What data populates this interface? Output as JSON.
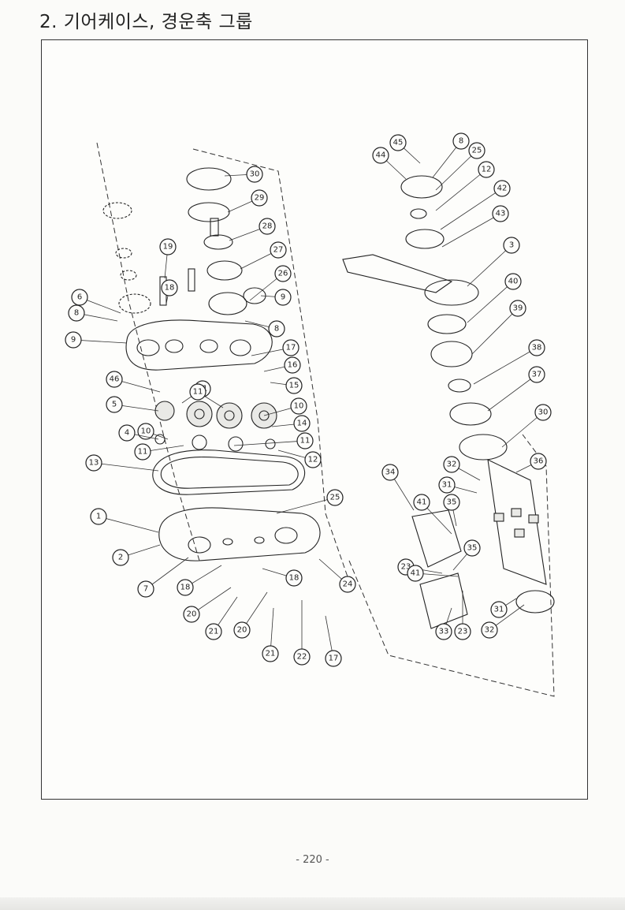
{
  "page": {
    "title": "2. 기어케이스, 경운축 그룹",
    "page_number": "- 220 -"
  },
  "callouts": [
    "30",
    "29",
    "28",
    "27",
    "26",
    "9",
    "8",
    "19",
    "18",
    "6",
    "8",
    "9",
    "17",
    "16",
    "15",
    "11",
    "11",
    "46",
    "5",
    "10",
    "10",
    "14",
    "4",
    "11",
    "11",
    "12",
    "13",
    "25",
    "1",
    "2",
    "7",
    "18",
    "18",
    "20",
    "20",
    "21",
    "21",
    "22",
    "17",
    "24",
    "44",
    "45",
    "8",
    "25",
    "12",
    "42",
    "43",
    "3",
    "40",
    "39",
    "38",
    "37",
    "30",
    "36",
    "32",
    "31",
    "34",
    "35",
    "41",
    "23",
    "41",
    "35",
    "33",
    "23",
    "31",
    "32"
  ]
}
